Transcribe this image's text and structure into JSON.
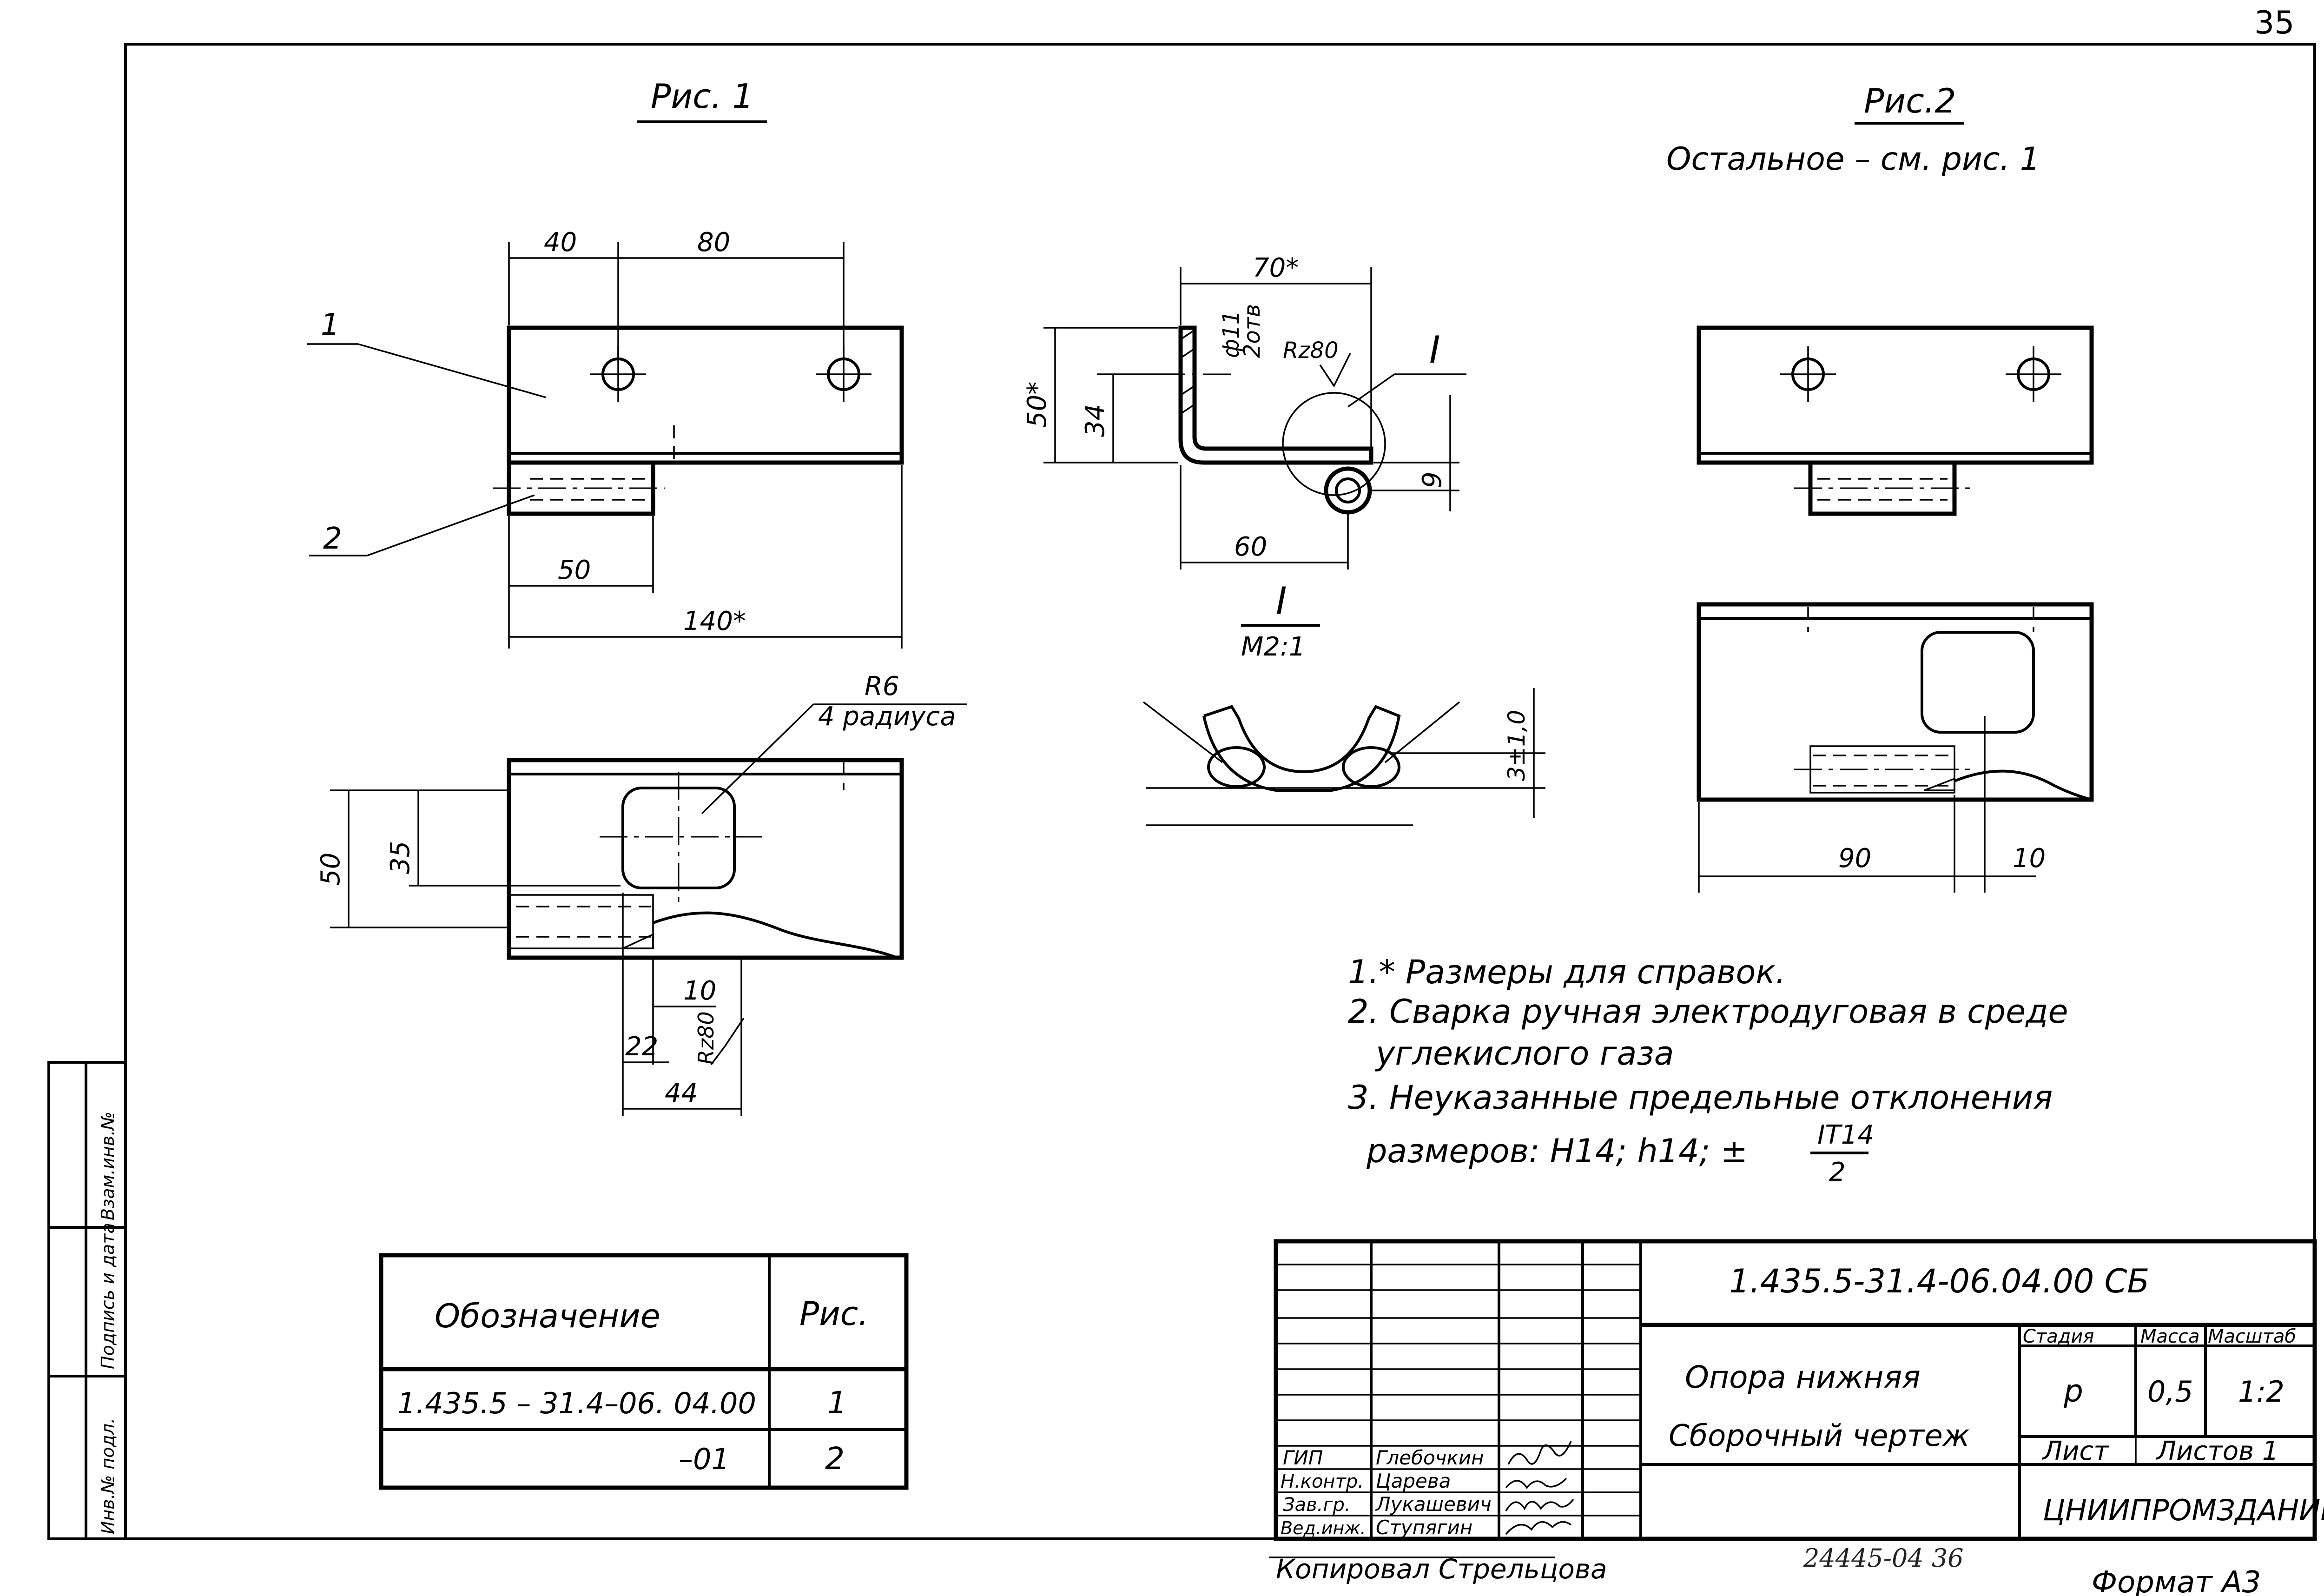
{
  "page_number": "35",
  "fig1": {
    "title": "Рис. 1",
    "leaders": [
      "1",
      "2"
    ],
    "dims_top": [
      "40",
      "80"
    ],
    "dims_bottom": [
      "50",
      "140*"
    ],
    "radius_note": [
      "R6",
      "4 радиуса"
    ],
    "dims_plan": [
      "50",
      "35",
      "10",
      "22",
      "44"
    ],
    "roughness": "Rz80"
  },
  "section": {
    "dims": [
      "70*",
      "50*",
      "34",
      "9",
      "60"
    ],
    "hole": [
      "ф11",
      "2отв"
    ],
    "roughness": "Rz80",
    "callout": "I"
  },
  "detail": {
    "title": "I",
    "scale": "М2:1",
    "dim": "3±1,0"
  },
  "fig2": {
    "title": "Рис.2",
    "note": "Остальное – см. рис. 1",
    "dims": [
      "90",
      "10"
    ]
  },
  "notes": [
    "1.* Размеры для справок.",
    "2. Сварка ручная электродуговая в среде",
    "углекислого газа",
    "3. Неуказанные предельные отклонения",
    "размеров: Н14; h14; ±"
  ],
  "tolerance_fraction": {
    "numerator": "IT14",
    "denominator": "2"
  },
  "variants_table": {
    "headers": [
      "Обозначение",
      "Рис."
    ],
    "rows": [
      [
        "1.435.5 – 31.4–06. 04.00",
        "1"
      ],
      [
        "–01",
        "2"
      ]
    ]
  },
  "title_block": {
    "designation": "1.435.5-31.4-06.04.00 СБ",
    "name_line1": "Опора нижняя",
    "name_line2": "Сборочный чертеж",
    "stage_label": "Стадия",
    "mass_label": "Масса",
    "scale_label": "Масштаб",
    "stage": "р",
    "mass": "0,5",
    "scale": "1:2",
    "sheet_label": "Лист",
    "sheets_label": "Листов 1",
    "org": "ЦНИИПРОМЗДАНИЙ",
    "signatures": [
      {
        "role": "ГИП",
        "name": "Глебочкин"
      },
      {
        "role": "Н.контр.",
        "name": "Царева"
      },
      {
        "role": "Зав.гр.",
        "name": "Лукашевич"
      },
      {
        "role": "Вед.инж.",
        "name": "Ступягин"
      }
    ]
  },
  "side_stamp": [
    "Инв.№ подл.",
    "Подпись и дата",
    "Взам.инв.№"
  ],
  "footer": {
    "copied": "Копировал Стрельцова",
    "order": "24445-04  36",
    "format": "Формат А3"
  }
}
